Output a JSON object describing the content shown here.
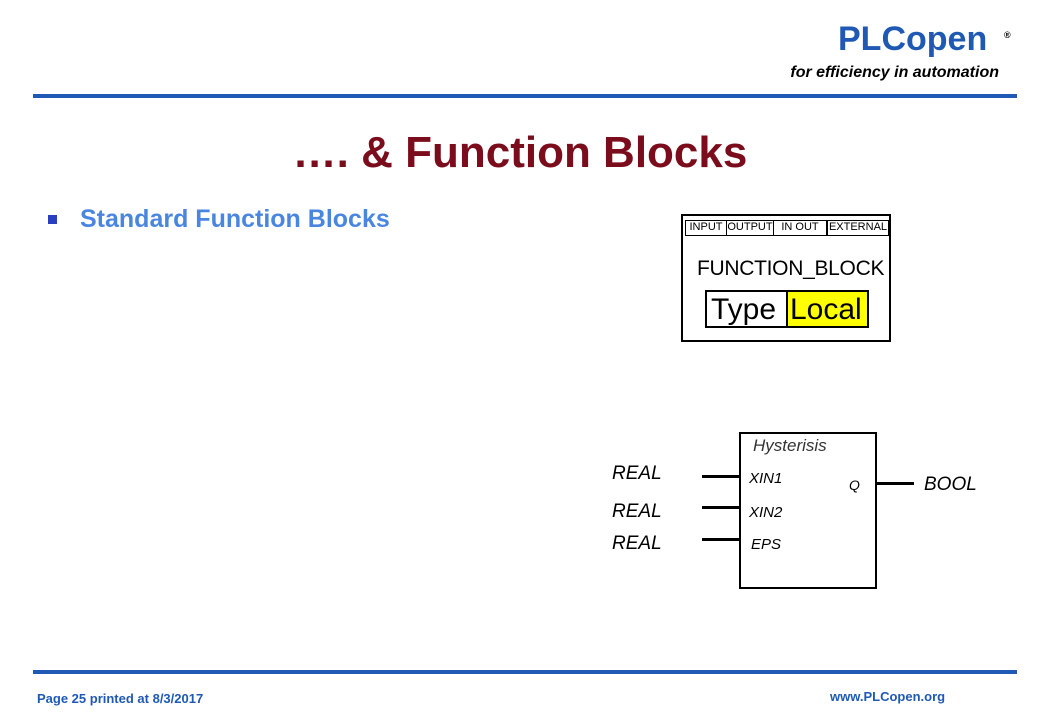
{
  "header": {
    "logo": "PLCopen",
    "registered_mark": "®",
    "tagline": "for efficiency in automation"
  },
  "title": "…. &   Function Blocks",
  "bullets": [
    {
      "text": "Standard Function Blocks"
    }
  ],
  "fb_diagram": {
    "tabs": [
      "INPUT",
      "OUTPUT",
      "IN OUT",
      "EXTERNAL"
    ],
    "keyword": "FUNCTION_BLOCK",
    "type_label": "Type",
    "local_label": "Local"
  },
  "hysterisis": {
    "name": "Hysterisis",
    "inputs": [
      {
        "pin": "XIN1",
        "type": "REAL"
      },
      {
        "pin": "XIN2",
        "type": "REAL"
      },
      {
        "pin": "EPS",
        "type": "REAL"
      }
    ],
    "output": {
      "pin": "Q",
      "type": "BOOL"
    }
  },
  "footer": {
    "page": "Page  25  printed at 8/3/2017",
    "url": "www.PLCopen.org"
  },
  "colors": {
    "brand_blue": "#1f59b4",
    "title_red": "#7b0c1c",
    "bullet_blue": "#4a86e0",
    "highlight_yellow": "#ffff00"
  }
}
